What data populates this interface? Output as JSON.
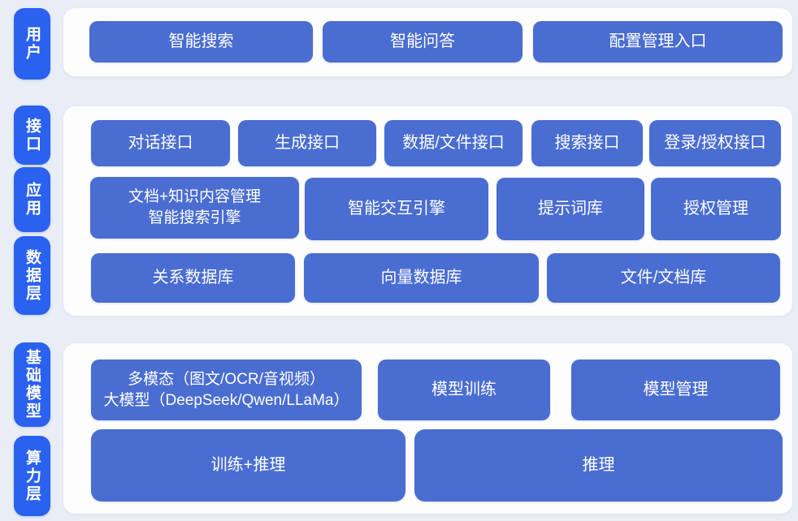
{
  "colors": {
    "page_bg": "#e9eef6",
    "panel_bg": "#fdfdfe",
    "block_blue": "#4a6dd1",
    "layer_label_blue": "#2a61ee",
    "text": "#ffffff"
  },
  "layers": {
    "user": "用户",
    "interface": "接口",
    "application": "应用",
    "data": "数据层",
    "foundation_model": "基础模型",
    "compute": "算力层"
  },
  "user_row": {
    "smart_search": "智能搜索",
    "smart_qa": "智能问答",
    "config_entry": "配置管理入口"
  },
  "interface_row": {
    "dialog_api": "对话接口",
    "generation_api": "生成接口",
    "data_file_api": "数据/文件接口",
    "search_api": "搜索接口",
    "login_auth_api": "登录/授权接口"
  },
  "application_row": {
    "doc_knowledge_line1": "文档+知识内容管理",
    "doc_knowledge_line2": "智能搜索引擎",
    "interactive_engine": "智能交互引擎",
    "prompt_library": "提示词库",
    "auth_management": "授权管理"
  },
  "data_row": {
    "relational_db": "关系数据库",
    "vector_db": "向量数据库",
    "file_doc_library": "文件/文档库"
  },
  "foundation_model_row": {
    "multimodal_line1": "多模态（图文/OCR/音视频）",
    "multimodal_line2": "大模型（DeepSeek/Qwen/LLaMa）",
    "model_training": "模型训练",
    "model_management": "模型管理"
  },
  "compute_row": {
    "training_inference": "训练+推理",
    "inference": "推理"
  }
}
